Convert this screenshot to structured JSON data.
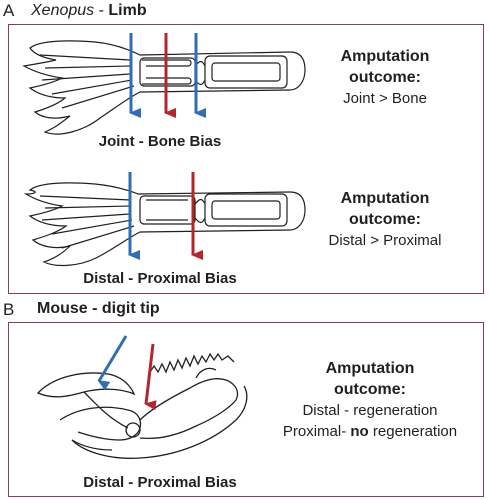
{
  "panel_a": {
    "label": "A",
    "title_italic": "Xenopus",
    "title_sep": "-",
    "title_bold": "Limb",
    "diagram1": {
      "caption": "Joint - Bone Bias",
      "outcome_heading_1": "Amputation",
      "outcome_heading_2": "outcome:",
      "outcome_text": "Joint > Bone"
    },
    "diagram2": {
      "caption": "Distal - Proximal Bias",
      "outcome_heading_1": "Amputation",
      "outcome_heading_2": "outcome:",
      "outcome_text": "Distal > Proximal"
    }
  },
  "panel_b": {
    "label": "B",
    "title_bold": "Mouse",
    "title_rest": "- digit tip",
    "caption": "Distal - Proximal Bias",
    "outcome_heading_1": "Amputation",
    "outcome_heading_2": "outcome:",
    "outcome_line1": "Distal - regeneration",
    "outcome_line2_a": "Proximal-",
    "outcome_line2_b": "no",
    "outcome_line2_c": "regeneration"
  },
  "colors": {
    "frame": "#8a3a5e",
    "blue_arrow": "#2f6db5",
    "red_arrow": "#b3262b",
    "line": "#231f20"
  }
}
